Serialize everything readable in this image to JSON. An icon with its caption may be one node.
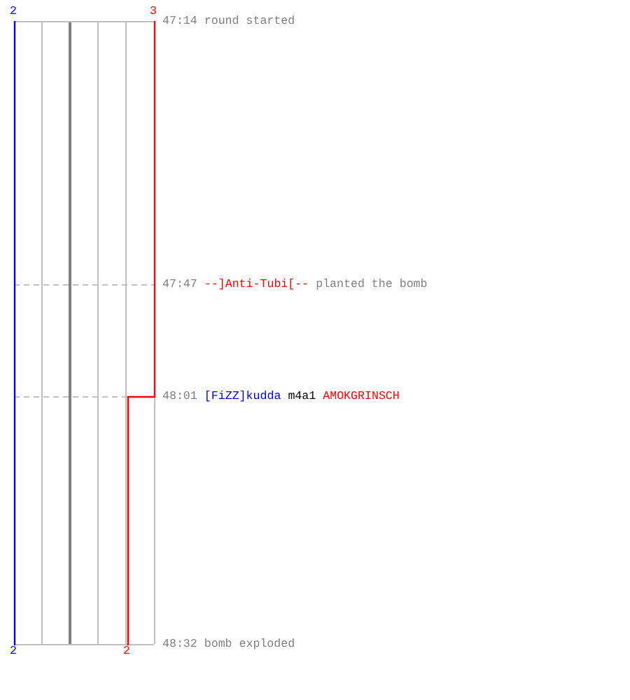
{
  "diagram": {
    "labels": [
      "2",
      "3",
      "47:14 round started",
      "47:47",
      "--]Anti-Tubi[--",
      "planted the bomb",
      "48:01",
      "[FiZZ]kudda",
      "m4a1",
      "AMOKGRINSCH",
      "2",
      "2",
      "48:32 bomb exploded"
    ]
  }
}
